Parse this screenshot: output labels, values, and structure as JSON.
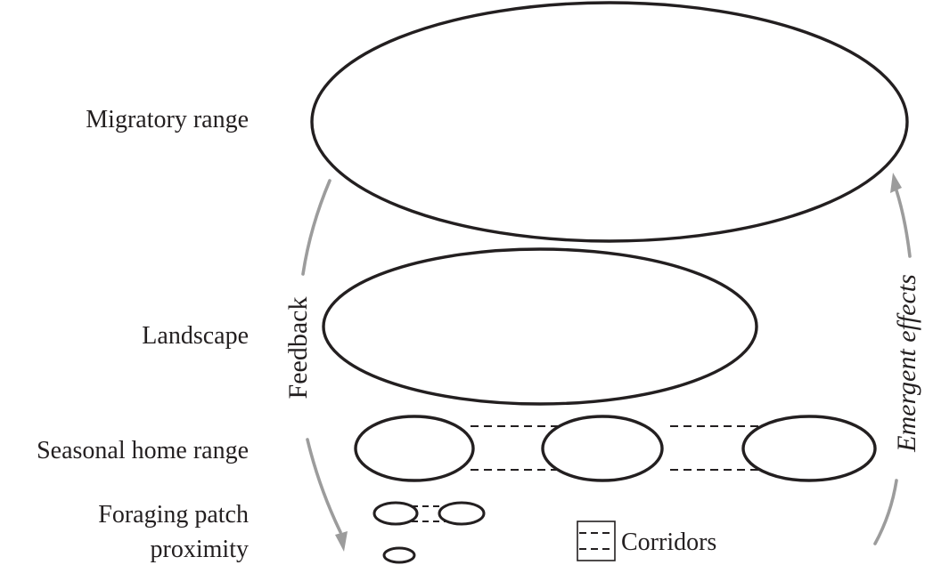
{
  "scale_labels": {
    "migratory_range": "Migratory range",
    "landscape": "Landscape",
    "seasonal_home_range": "Seasonal home range",
    "foraging_line1": "Foraging patch",
    "foraging_line2": "proximity"
  },
  "arrows": {
    "left_label": "Feedback",
    "right_label": "Emergent effects",
    "color": "#9c9c9c"
  },
  "legend": {
    "corridors_label": "Corridors"
  },
  "colors": {
    "stroke": "#231f20",
    "background": "#ffffff"
  }
}
